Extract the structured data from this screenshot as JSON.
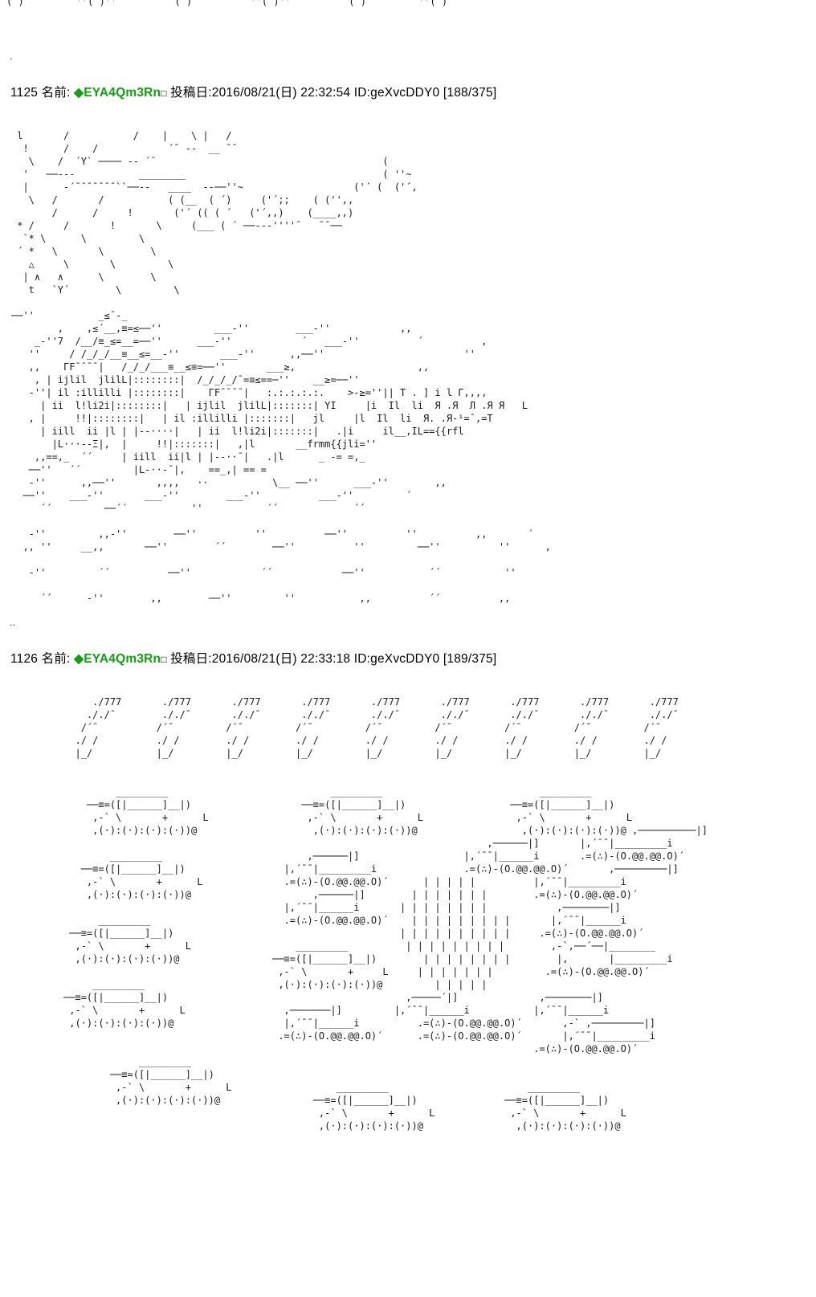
{
  "page": {
    "bg": "#ffffff",
    "text": "#000000",
    "name_color": "#11a011"
  },
  "fragment_top": "( )         ''( )''          ( )          ''( )''          ( )         ''( )",
  "separators": {
    "dot1": ".",
    "dot2": ".."
  },
  "posts": [
    {
      "number": "1125",
      "name_label": "名前:",
      "name": "◆EYA4Qm3Rn",
      "name_suffix": "□",
      "date_label": "投稿日:",
      "datetime": "2016/08/21(日) 22:32:54",
      "id": "ID:geXvcDDY0",
      "count": "[188/375]",
      "art": [
        " l       /           /    |    \\ |   /",
        "  !      /    /            ´¯ --  __ ¯¯",
        "   \\    /  ´Y` ──── -- ´¯                                       (",
        "  '   ──---           ________                                  ( ''~",
        "  |      -´¯¯¯¯¯¯¯``──--   ____  --──''~                   ('´ (  ('´,",
        "   \\   /       /           ( (__  ( ´)     ('´;;    ( ('',,",
        "       /      /     !       ('´ (( ( ´   ('´,,)    (____,,)",
        " * /     /       !       \\     (___ ( ´ ──---''''¯   ¯¯──",
        "  `* \\      \\         \\",
        " ´ *   \\       \\        \\",
        "   △     \\       \\         \\",
        "  | ∧   ∧      \\        \\",
        "   t   `Y´        \\         \\",
        "",
        "──''           _≤¯-_",
        "        ,    ,≤´__,≡=≤──''         ___-''        ___-''            ,,",
        "    _-''7  /__/≡_≤=__=──''      ___-''            ´   ___-''          ´          ,",
        "   ''     / /_/_/__≡__≤=__-''       ___-''      ,,──''                        ''",
        "   ,,    ΓF¯¯¯¯|   /_/_/___≡__≤≡=──''       ___≥,                     ,,",
        "    , | ijlil  jlilL|::::::::|  /_/_/_/¯=≡≤==─''    __≥=──''",
        "   -''| il :illilli |::::::::|    ΓF¯¯¯¯|   :.:.:.:.:.    >-≥=''|| T . ] i l Γ,,,,",
        "     | ii  l!li2i|::::::::|   | ijlil  jlilL|:::::::| YI     |i  Il  li  Я .Я  Л .Я Я   L",
        "   , |     !!|::::::::|   | il :illilli |:::::::|   jl     |l  Il  li  Я. .Я-¹=¯,=Т",
        "     | iill  ii |l | |--····|   | ii  l!li2i|:::::::|   .|i     il__,IL=={{rfl",
        "       |L···--Ξ|,  |     !!|:::::::|   ,|l       __frmm{{jli=''",
        "    ,,==,_  ´´     | iill  ii|l | |--··¯|   .|l      _ -= =,_",
        "   ──''   ´´         |L-··-¯|,    ==_,| == =",
        "   -''      ,,──''       ,,,,   ··           \\__ ──''      ___-''        ,,",
        "  ──''    ___-''       ___-''        ___-''          ___-''         ´",
        "     ´´         ──´´           ''           ´´             ´´",
        "",
        "   -''         ,,-''        ──''          ''          ──''          ''          ,,       ´",
        "  ,, ''     __,,       ──''        ´´        ──''          ''         ──''          ''      ,",
        "",
        "   -''         ´´          ──''            ´´            ──''           ´´           ''",
        "",
        "     ´´      -''        ,,        ──''         ''           ,,          ´´          ,,",
        ""
      ]
    },
    {
      "number": "1126",
      "name_label": "名前:",
      "name": "◆EYA4Qm3Rn",
      "name_suffix": "□",
      "date_label": "投稿日:",
      "datetime": "2016/08/21(日) 22:33:18",
      "id": "ID:geXvcDDY0",
      "count": "[189/375]",
      "art": [
        "              ./777       ./777       ./777       ./777       ./777       ./777       ./777       ./777       ./777",
        "             ././¯        ././¯       ././¯       ././¯       ././¯       ././¯       ././¯       ././¯       ././¯",
        "            /´¯          /´¯         /´¯         /´¯         /´¯         /´¯         /´¯         /´¯         /´¯",
        "           ./ /          ./ /        ./ /        ./ /        ./ /        ./ /        ./ /        ./ /        ./ /",
        "           |_/           |_/         |_/         |_/         |_/         |_/         |_/         |_/         |_/",
        "",
        "",
        "                  _________                            _________                           _________",
        "             ──≡=([|______]__|)                   ──≡=([|______]__|)                  ──≡=([|______]__|)",
        "              ,-` \\       +      L                 ,-` \\       +      L                ,-` \\       +      L",
        "              ,(·):(·):(·):(·))@                    ,(·):(·):(·):(·))@                  ,(·):(·):(·):(·))@ ,──────────|]",
        "                                                                                  ,──────|]       |,´¯¯|_________i",
        "                 _________                         ,──────|]                  |,´¯¯|______i       .=(∴)-(O.@@.@@.O)´",
        "            ──≡=([|______]__|)                 |,´¯¯|_________i               .=(∴)-(O.@@.@@.O)´       ,─────────|]",
        "             ,-` \\       +      L              .=(∴)-(O.@@.@@.O)´      | | | | |          |,´¯¯|_________i",
        "             ,(·):(·):(·):(·))@                     ,──────|]        | | | | | | |        .=(∴)-(O.@@.@@.O)´",
        "                                               |,´¯¯|______i       | | | | | | | |            ,────────|]",
        "               _________                       .=(∴)-(O.@@.@@.O)´    | | | | | | | | |       |,´¯¯|______i",
        "          ──≡=([|______]__|)                                       | | | | | | | | | |     .=(∴)-(O.@@.@@.O)´",
        "           ,-` \\       +      L                  _________          | | | | | | | | |        ,-`,──´──|________",
        "           ,(·):(·):(·):(·))@                ──≡=([|______]__|)        | | | | | | | |        |,       |_________i",
        "                                              ,-` \\       +     L     | | | | | | |         .=(∴)-(O.@@.@@.O)´",
        "              _________                       ,(·):(·):(·):(·))@         | | | | |",
        "         ──≡=([|______]__|)                                         ,─────´|]              ,────────|]",
        "          ,-` \\       +      L                 ,───────|]         |,´¯¯|______i           |,´¯¯|______i",
        "          ,(·):(·):(·):(·))@                   |,´¯¯|______i          .=(∴)-(O.@@.@@.O)´       ,-` ,─────────|]",
        "                                              .=(∴)-(O.@@.@@.O)´      .=(∴)-(O.@@.@@.O)´       |,´¯¯|_________i",
        "                                                                                          .=(∴)-(O.@@.@@.O)´",
        "                      _________",
        "                 ──≡=([|______]__|)",
        "                  ,-` \\       +      L                  _________                        _________",
        "                  ,(·):(·):(·):(·))@                ──≡=([|______]__|)               ──≡=([|______]__|)",
        "                                                     ,-` \\       +      L             ,-` \\       +      L",
        "                                                     ,(·):(·):(·):(·))@                ,(·):(·):(·):(·))@",
        "",
        "",
        "",
        ""
      ]
    }
  ]
}
